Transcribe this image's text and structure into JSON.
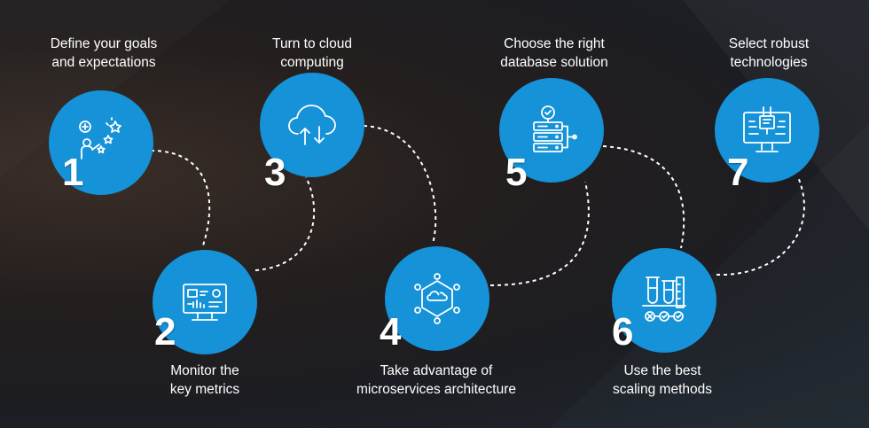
{
  "colors": {
    "accent": "#1592d8",
    "text": "#ffffff",
    "connector": "#ffffff"
  },
  "steps": [
    {
      "number": "1",
      "line1": "Define your goals",
      "line2": "and expectations",
      "icon": "goals-stars-icon"
    },
    {
      "number": "2",
      "line1": "Monitor the",
      "line2": "key metrics",
      "icon": "monitor-dashboard-icon"
    },
    {
      "number": "3",
      "line1": "Turn to cloud",
      "line2": "computing",
      "icon": "cloud-upload-download-icon"
    },
    {
      "number": "4",
      "line1": "Take advantage of",
      "line2": "microservices architecture",
      "icon": "microservices-hexagon-icon"
    },
    {
      "number": "5",
      "line1": "Choose the right",
      "line2": "database solution",
      "icon": "database-server-icon"
    },
    {
      "number": "6",
      "line1": "Use the best",
      "line2": "scaling methods",
      "icon": "scaling-lab-icon"
    },
    {
      "number": "7",
      "line1": "Select robust",
      "line2": "technologies",
      "icon": "technology-monitor-icon"
    }
  ]
}
